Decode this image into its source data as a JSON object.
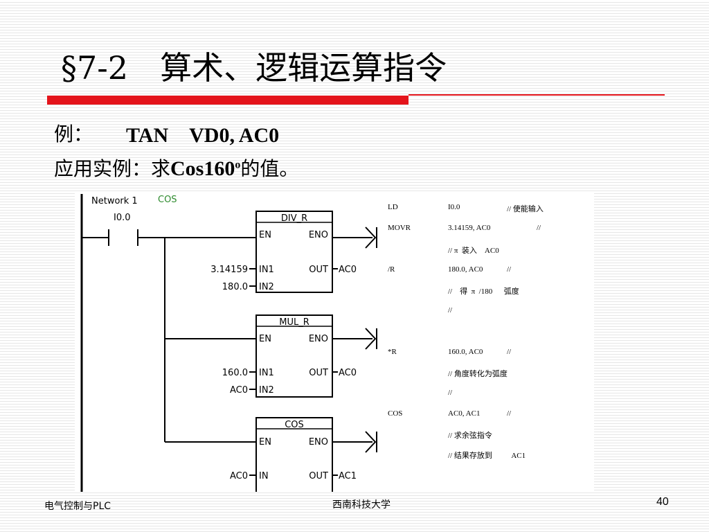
{
  "slide": {
    "title": "§7-2　算术、逻辑运算指令",
    "example_label": "例：",
    "example_code": "TAN　VD0, AC0",
    "application_prefix": "应用实例：求",
    "application_expr": "Cos160",
    "application_sup": "o",
    "application_suffix": "的值。"
  },
  "ladder": {
    "network_label": "Network 1",
    "network_comment": "COS",
    "contact_label": "I0.0",
    "boxes": [
      {
        "name": "DIV_R",
        "en": "EN",
        "eno": "ENO",
        "in1_label": "IN1",
        "in2_label": "IN2",
        "out_label": "OUT",
        "in1": "3.14159",
        "in2": "180.0",
        "out": "AC0"
      },
      {
        "name": "MUL_R",
        "en": "EN",
        "eno": "ENO",
        "in1_label": "IN1",
        "in2_label": "IN2",
        "out_label": "OUT",
        "in1": "160.0",
        "in2": "AC0",
        "out": "AC0"
      },
      {
        "name": "COS",
        "en": "EN",
        "eno": "ENO",
        "in_label": "IN",
        "out_label": "OUT",
        "in": "AC0",
        "out": "AC1"
      }
    ]
  },
  "stl": [
    {
      "op": "LD",
      "operand": "I0.0",
      "comment": "// 使能输入"
    },
    {
      "op": "MOVR",
      "operand": "3.14159, AC0",
      "comment": "//"
    },
    {
      "op": "",
      "operand": "// π  装入    AC0",
      "comment": ""
    },
    {
      "op": "/R",
      "operand": "180.0, AC0",
      "comment": "//"
    },
    {
      "op": "",
      "operand": "//    得  π  /180      弧度",
      "comment": ""
    },
    {
      "op": "",
      "operand": "//",
      "comment": ""
    },
    {
      "op": "*R",
      "operand": "160.0, AC0",
      "comment": "//"
    },
    {
      "op": "",
      "operand": "// 角度转化为弧度",
      "comment": ""
    },
    {
      "op": "",
      "operand": "//",
      "comment": ""
    },
    {
      "op": "COS",
      "operand": "AC0, AC1",
      "comment": "//"
    },
    {
      "op": "",
      "operand": "// 求余弦指令",
      "comment": ""
    },
    {
      "op": "",
      "operand": "// 结果存放到          AC1",
      "comment": ""
    }
  ],
  "footer": {
    "left": "电气控制与PLC",
    "center": "西南科技大学",
    "page": "40"
  },
  "colors": {
    "accent_red": "#e4141b",
    "network_comment_green": "#2e8b2e"
  }
}
